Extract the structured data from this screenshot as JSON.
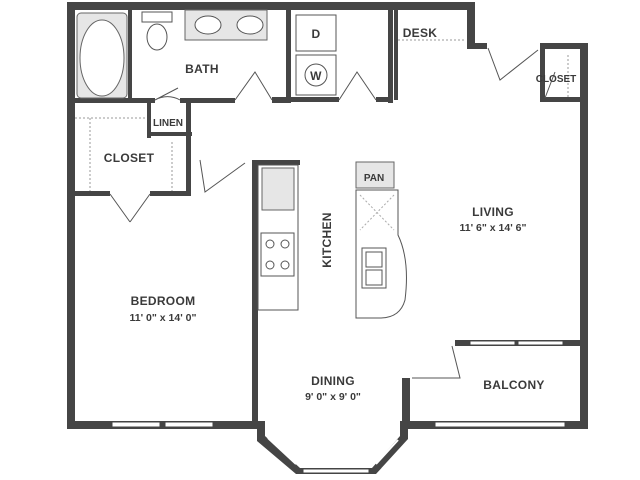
{
  "rooms": {
    "bath": {
      "name": "BATH"
    },
    "desk": {
      "name": "DESK"
    },
    "closet_entry": {
      "name": "CLOSET"
    },
    "linen": {
      "name": "LINEN"
    },
    "closet_bed": {
      "name": "CLOSET"
    },
    "pantry": {
      "name": "PAN"
    },
    "kitchen": {
      "name": "KITCHEN"
    },
    "living": {
      "name": "LIVING",
      "dims": "11' 6\" x 14' 6\""
    },
    "bedroom": {
      "name": "BEDROOM",
      "dims": "11' 0\" x 14' 0\""
    },
    "dining": {
      "name": "DINING",
      "dims": "9' 0\" x 9' 0\""
    },
    "balcony": {
      "name": "BALCONY"
    }
  },
  "appliances": {
    "dryer": "D",
    "washer": "W"
  }
}
